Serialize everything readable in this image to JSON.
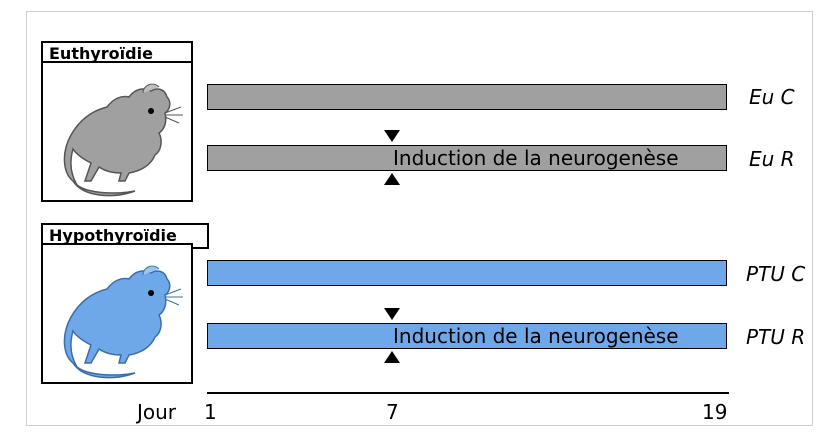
{
  "groups": [
    {
      "label": "Euthyroïdie",
      "color": "#a0a0a0",
      "mouse_icon": "mouse-icon",
      "bars": [
        {
          "label": "Eu C",
          "text": ""
        },
        {
          "label": "Eu R",
          "text": "Induction de la neurogenèse"
        }
      ]
    },
    {
      "label": "Hypothyroïdie",
      "color": "#6fa8e8",
      "mouse_icon": "mouse-icon",
      "bars": [
        {
          "label": "PTU C",
          "text": ""
        },
        {
          "label": "PTU R",
          "text": "Induction de la neurogenèse"
        }
      ]
    }
  ],
  "axis": {
    "label": "Jour",
    "ticks": [
      "1",
      "7",
      "19"
    ]
  }
}
